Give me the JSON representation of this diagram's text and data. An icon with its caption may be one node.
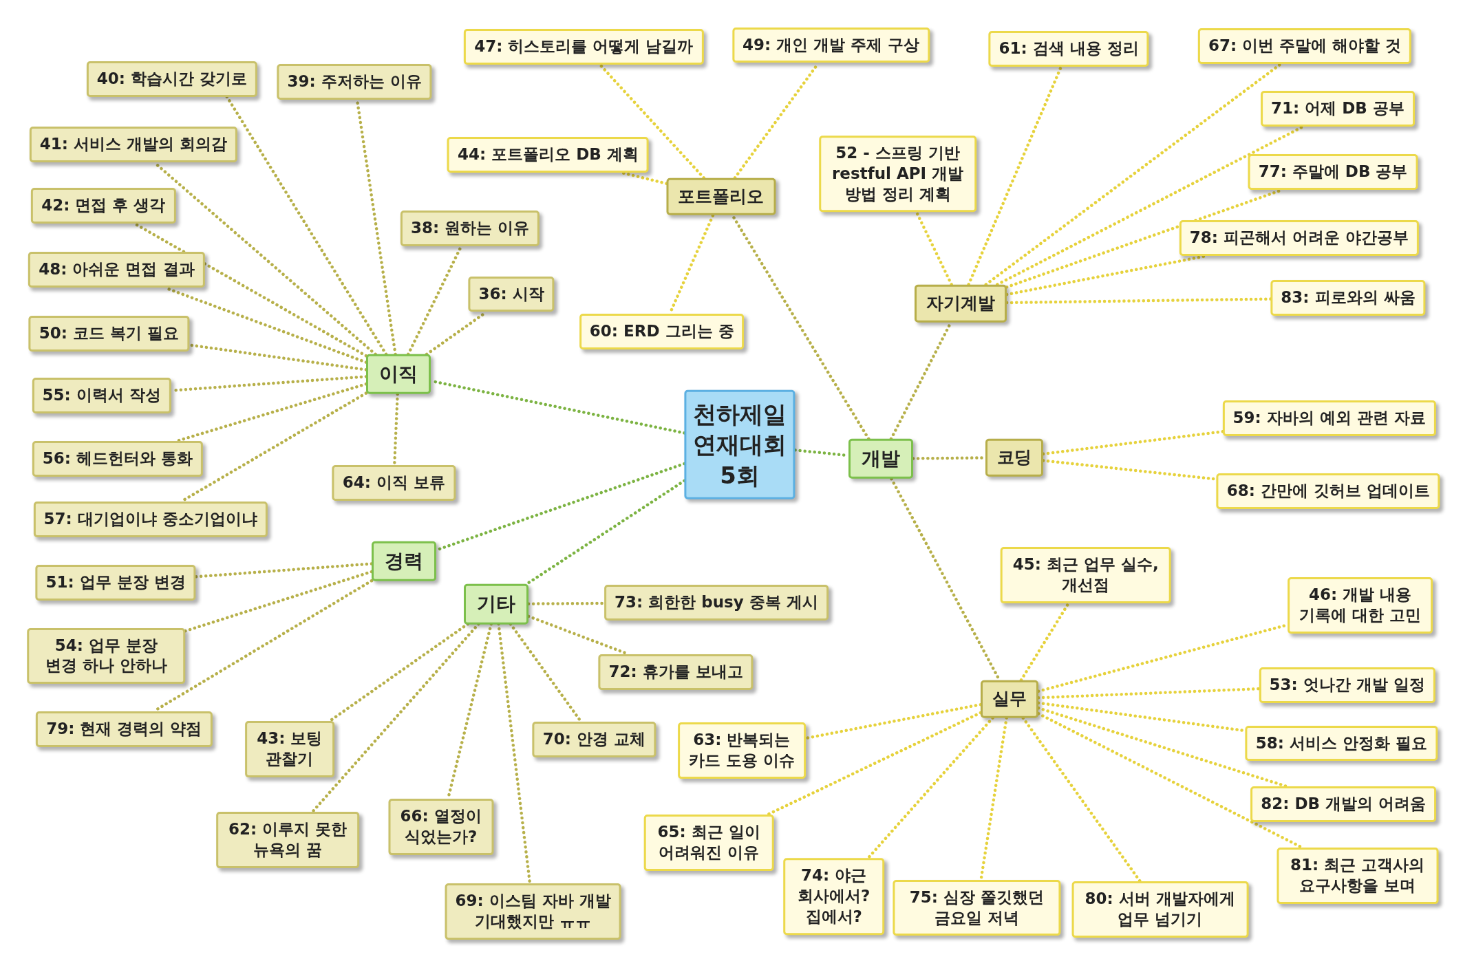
{
  "diagram": {
    "nodes": [
      {
        "text": [
          "천하제일 연재대회 5회"
        ]
      },
      {
        "text": [
          "이직"
        ]
      },
      {
        "text": [
          "경력"
        ]
      },
      {
        "text": [
          "기타"
        ]
      },
      {
        "text": [
          "포트폴리오"
        ]
      },
      {
        "text": [
          "개발"
        ]
      },
      {
        "text": [
          "자기계발"
        ]
      },
      {
        "text": [
          "코딩"
        ]
      },
      {
        "text": [
          "실무"
        ]
      },
      {
        "text": [
          "47: 히스토리를 어떻게 남길까"
        ]
      },
      {
        "text": [
          "49: 개인 개발 주제 구상"
        ]
      },
      {
        "text": [
          "44: 포트폴리오 DB 계획"
        ]
      },
      {
        "text": [
          "60: ERD 그리는 중"
        ]
      },
      {
        "text": [
          "40: 학습시간 갖기로"
        ]
      },
      {
        "text": [
          "39: 주저하는 이유"
        ]
      },
      {
        "text": [
          "41: 서비스 개발의 회의감"
        ]
      },
      {
        "text": [
          "42: 면접 후 생각"
        ]
      },
      {
        "text": [
          "48: 아쉬운 면접 결과"
        ]
      },
      {
        "text": [
          "50: 코드 복기 필요"
        ]
      },
      {
        "text": [
          "55: 이력서 작성"
        ]
      },
      {
        "text": [
          "56: 헤드헌터와 통화"
        ]
      },
      {
        "text": [
          "57: 대기업이냐 중소기업이냐"
        ]
      },
      {
        "text": [
          "38: 원하는 이유"
        ]
      },
      {
        "text": [
          "36: 시작"
        ]
      },
      {
        "text": [
          "64: 이직 보류"
        ]
      },
      {
        "text": [
          "51: 업무 분장 변경"
        ]
      },
      {
        "text": [
          "54: 업무 분장 변경 하나 안하나"
        ]
      },
      {
        "text": [
          "79: 현재 경력의 약점"
        ]
      },
      {
        "text": [
          "73: 희한한 busy 중복 게시"
        ]
      },
      {
        "text": [
          "72: 휴가를 보내고"
        ]
      },
      {
        "text": [
          "70: 안경 교체"
        ]
      },
      {
        "text": [
          "43: 보팅 관찰기"
        ]
      },
      {
        "text": [
          "62: 이루지 못한 뉴욕의 꿈"
        ]
      },
      {
        "text": [
          "66: 열정이 식었는가?"
        ]
      },
      {
        "text": [
          "69: 이스팀 자바 개발 기대했지만 ㅠㅠ"
        ]
      },
      {
        "text": [
          "52 - 스프링 기반 restful API 개발 방법 정리 계획"
        ]
      },
      {
        "text": [
          "61: 검색 내용 정리"
        ]
      },
      {
        "text": [
          "67: 이번 주말에 해야할 것"
        ]
      },
      {
        "text": [
          "71: 어제 DB 공부"
        ]
      },
      {
        "text": [
          "77: 주말에 DB 공부"
        ]
      },
      {
        "text": [
          "78: 피곤해서 어려운 야간공부"
        ]
      },
      {
        "text": [
          "83: 피로와의 싸움"
        ]
      },
      {
        "text": [
          "59: 자바의 예외 관련 자료"
        ]
      },
      {
        "text": [
          "68: 간만에 깃허브 업데이트"
        ]
      },
      {
        "text": [
          "45: 최근 업무 실수, 개선점"
        ]
      },
      {
        "text": [
          "46: 개발 내용 기록에 대한 고민"
        ]
      },
      {
        "text": [
          "53: 엇나간 개발 일정"
        ]
      },
      {
        "text": [
          "58: 서비스 안정화 필요"
        ]
      },
      {
        "text": [
          "82: DB 개발의 어려움"
        ]
      },
      {
        "text": [
          "81: 최근 고객사의 요구사항을 보며"
        ]
      },
      {
        "text": [
          "63: 반복되는 카드 도용 이슈"
        ]
      },
      {
        "text": [
          "65: 최근 일이 어려워진 이유"
        ]
      },
      {
        "text": [
          "74: 야근 회사에서? 집에서?"
        ]
      },
      {
        "text": [
          "75: 심장 쫄깃했던 금요일 저녁"
        ]
      },
      {
        "text": [
          "80: 서버 개발자에게 업무 넘기기"
        ]
      }
    ],
    "edges": [
      {
        "from": 0,
        "to": 1,
        "arrow": "none",
        "color": "#7cb342"
      },
      {
        "from": 0,
        "to": 2,
        "arrow": "none",
        "color": "#7cb342"
      },
      {
        "from": 0,
        "to": 3,
        "arrow": "none",
        "color": "#7cb342"
      },
      {
        "from": 0,
        "to": 5,
        "arrow": "none",
        "color": "#7cb342"
      },
      {
        "from": 5,
        "to": 4,
        "arrow": "none",
        "color": "#b7b04a"
      },
      {
        "from": 5,
        "to": 6,
        "arrow": "none",
        "color": "#b7b04a"
      },
      {
        "from": 5,
        "to": 7,
        "arrow": "none",
        "color": "#b7b04a"
      },
      {
        "from": 5,
        "to": 8,
        "arrow": "none",
        "color": "#b7b04a"
      },
      {
        "from": 4,
        "to": 9,
        "arrow": "none",
        "color": "#e6d23c"
      },
      {
        "from": 4,
        "to": 10,
        "arrow": "none",
        "color": "#e6d23c"
      },
      {
        "from": 4,
        "to": 11,
        "arrow": "none",
        "color": "#e6d23c"
      },
      {
        "from": 4,
        "to": 12,
        "arrow": "none",
        "color": "#e6d23c"
      },
      {
        "from": 1,
        "to": 13,
        "arrow": "none",
        "color": "#b7b04a"
      },
      {
        "from": 1,
        "to": 14,
        "arrow": "none",
        "color": "#b7b04a"
      },
      {
        "from": 1,
        "to": 15,
        "arrow": "none",
        "color": "#b7b04a"
      },
      {
        "from": 1,
        "to": 16,
        "arrow": "none",
        "color": "#b7b04a"
      },
      {
        "from": 1,
        "to": 17,
        "arrow": "none",
        "color": "#b7b04a"
      },
      {
        "from": 1,
        "to": 18,
        "arrow": "none",
        "color": "#b7b04a"
      },
      {
        "from": 1,
        "to": 19,
        "arrow": "none",
        "color": "#b7b04a"
      },
      {
        "from": 1,
        "to": 20,
        "arrow": "none",
        "color": "#b7b04a"
      },
      {
        "from": 1,
        "to": 21,
        "arrow": "none",
        "color": "#b7b04a"
      },
      {
        "from": 1,
        "to": 22,
        "arrow": "none",
        "color": "#b7b04a"
      },
      {
        "from": 1,
        "to": 23,
        "arrow": "none",
        "color": "#b7b04a"
      },
      {
        "from": 1,
        "to": 24,
        "arrow": "none",
        "color": "#b7b04a"
      },
      {
        "from": 2,
        "to": 25,
        "arrow": "none",
        "color": "#b7b04a"
      },
      {
        "from": 2,
        "to": 26,
        "arrow": "none",
        "color": "#b7b04a"
      },
      {
        "from": 2,
        "to": 27,
        "arrow": "none",
        "color": "#b7b04a"
      },
      {
        "from": 3,
        "to": 28,
        "arrow": "none",
        "color": "#b7b04a"
      },
      {
        "from": 3,
        "to": 29,
        "arrow": "none",
        "color": "#b7b04a"
      },
      {
        "from": 3,
        "to": 30,
        "arrow": "none",
        "color": "#b7b04a"
      },
      {
        "from": 3,
        "to": 31,
        "arrow": "none",
        "color": "#b7b04a"
      },
      {
        "from": 3,
        "to": 32,
        "arrow": "none",
        "color": "#b7b04a"
      },
      {
        "from": 3,
        "to": 33,
        "arrow": "none",
        "color": "#b7b04a"
      },
      {
        "from": 3,
        "to": 34,
        "arrow": "none",
        "color": "#b7b04a"
      },
      {
        "from": 6,
        "to": 35,
        "arrow": "none",
        "color": "#e6d23c"
      },
      {
        "from": 6,
        "to": 36,
        "arrow": "none",
        "color": "#e6d23c"
      },
      {
        "from": 6,
        "to": 37,
        "arrow": "none",
        "color": "#e6d23c"
      },
      {
        "from": 6,
        "to": 38,
        "arrow": "none",
        "color": "#e6d23c"
      },
      {
        "from": 6,
        "to": 39,
        "arrow": "none",
        "color": "#e6d23c"
      },
      {
        "from": 6,
        "to": 40,
        "arrow": "none",
        "color": "#e6d23c"
      },
      {
        "from": 6,
        "to": 41,
        "arrow": "none",
        "color": "#e6d23c"
      },
      {
        "from": 7,
        "to": 42,
        "arrow": "none",
        "color": "#e6d23c"
      },
      {
        "from": 7,
        "to": 43,
        "arrow": "none",
        "color": "#e6d23c"
      },
      {
        "from": 8,
        "to": 44,
        "arrow": "none",
        "color": "#e6d23c"
      },
      {
        "from": 8,
        "to": 45,
        "arrow": "none",
        "color": "#e6d23c"
      },
      {
        "from": 8,
        "to": 46,
        "arrow": "none",
        "color": "#e6d23c"
      },
      {
        "from": 8,
        "to": 47,
        "arrow": "none",
        "color": "#e6d23c"
      },
      {
        "from": 8,
        "to": 48,
        "arrow": "none",
        "color": "#e6d23c"
      },
      {
        "from": 8,
        "to": 49,
        "arrow": "none",
        "color": "#e6d23c"
      },
      {
        "from": 8,
        "to": 50,
        "arrow": "none",
        "color": "#e6d23c"
      },
      {
        "from": 8,
        "to": 51,
        "arrow": "none",
        "color": "#e6d23c"
      },
      {
        "from": 8,
        "to": 52,
        "arrow": "none",
        "color": "#e6d23c"
      },
      {
        "from": 8,
        "to": 53,
        "arrow": "none",
        "color": "#e6d23c"
      },
      {
        "from": 8,
        "to": 54,
        "arrow": "none",
        "color": "#e6d23c"
      }
    ]
  }
}
